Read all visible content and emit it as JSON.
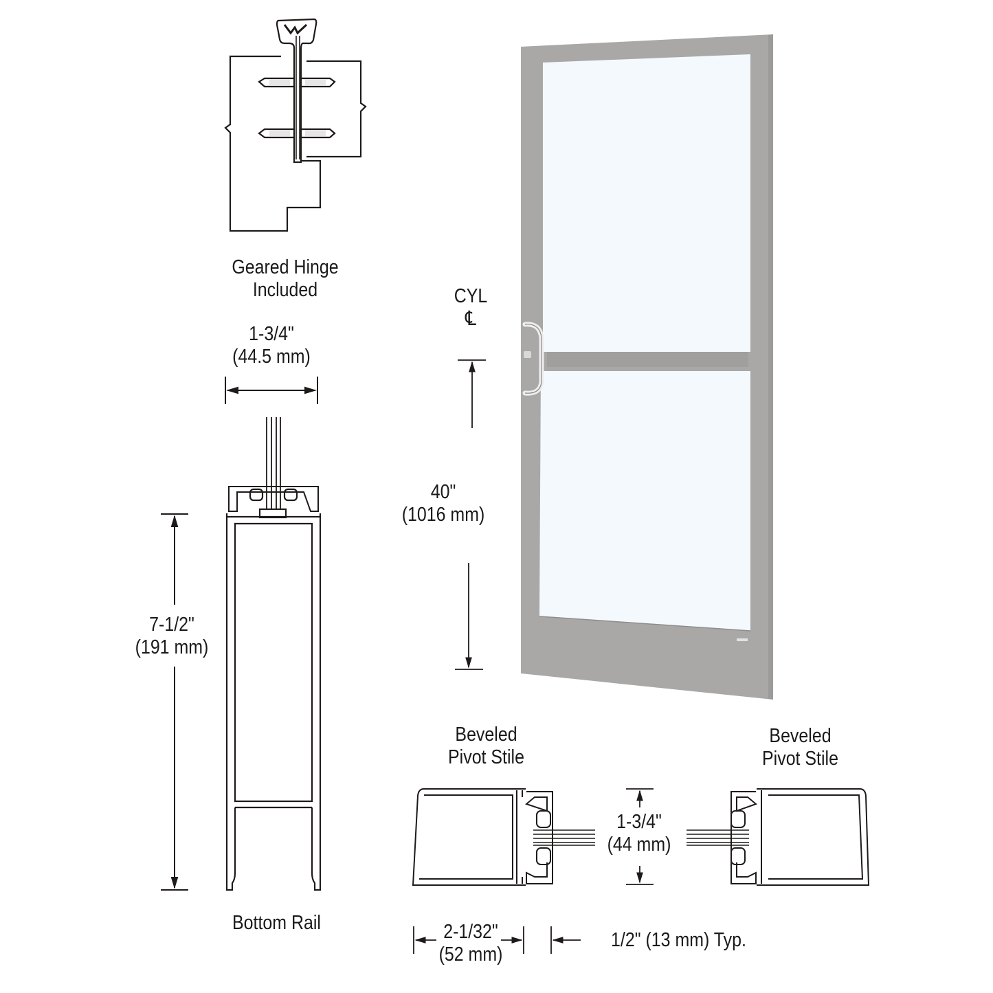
{
  "colors": {
    "line": "#1f1a1a",
    "frame": "#a9a8a6",
    "frame_dark": "#9a9998",
    "glass": "#f3f9fd",
    "background": "#ffffff"
  },
  "hinge": {
    "title_line1": "Geared Hinge",
    "title_line2": "Included"
  },
  "bottom_rail": {
    "width_dim_imperial": "1-3/4\"",
    "width_dim_metric": "(44.5 mm)",
    "height_dim_imperial": "7-1/2\"",
    "height_dim_metric": "(191 mm)",
    "label": "Bottom Rail"
  },
  "door": {
    "cyl_label": "CYL",
    "centerline_symbol": "℄",
    "height_dim_imperial": "40\"",
    "height_dim_metric": "(1016 mm)"
  },
  "stile_left": {
    "label_line1": "Beveled",
    "label_line2": "Pivot Stile",
    "width_dim_imperial": "2-1/32\"",
    "width_dim_metric": "(52 mm)"
  },
  "stile_right": {
    "label_line1": "Beveled",
    "label_line2": "Pivot Stile"
  },
  "stile_thickness": {
    "imperial": "1-3/4\"",
    "metric": "(44 mm)"
  },
  "typical_dim": {
    "text": "1/2\" (13 mm) Typ."
  }
}
